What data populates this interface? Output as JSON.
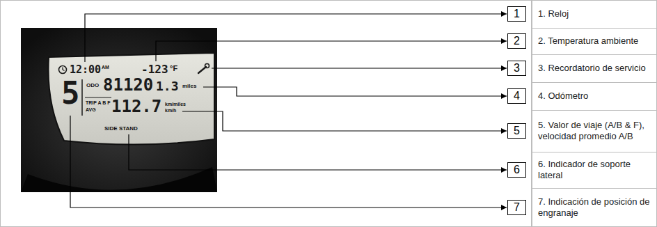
{
  "diagram": {
    "nodes": [
      {
        "text": [
          "1"
        ]
      },
      {
        "text": [
          "2"
        ]
      },
      {
        "text": [
          "3"
        ]
      },
      {
        "text": [
          "4"
        ]
      },
      {
        "text": [
          "5"
        ]
      },
      {
        "text": [
          "6"
        ]
      },
      {
        "text": [
          "7"
        ]
      }
    ],
    "labels": [
      "12:00",
      "AM",
      "-123",
      "°F",
      "ODO",
      "81120",
      "1.3",
      "miles",
      "TRIP A B F",
      "AVG",
      "112.7",
      "km/miles",
      "km/h",
      "SIDE STAND",
      "5",
      "1. Reloj",
      "2. Temperatura ambiente",
      "3. Recordatorio de servicio",
      "4. Odómetro",
      "5. Valor de viaje (A/B & F), velocidad promedio A/B",
      "6. Indicador de soporte lateral",
      "7. Indicación de posición de engranaje"
    ]
  }
}
